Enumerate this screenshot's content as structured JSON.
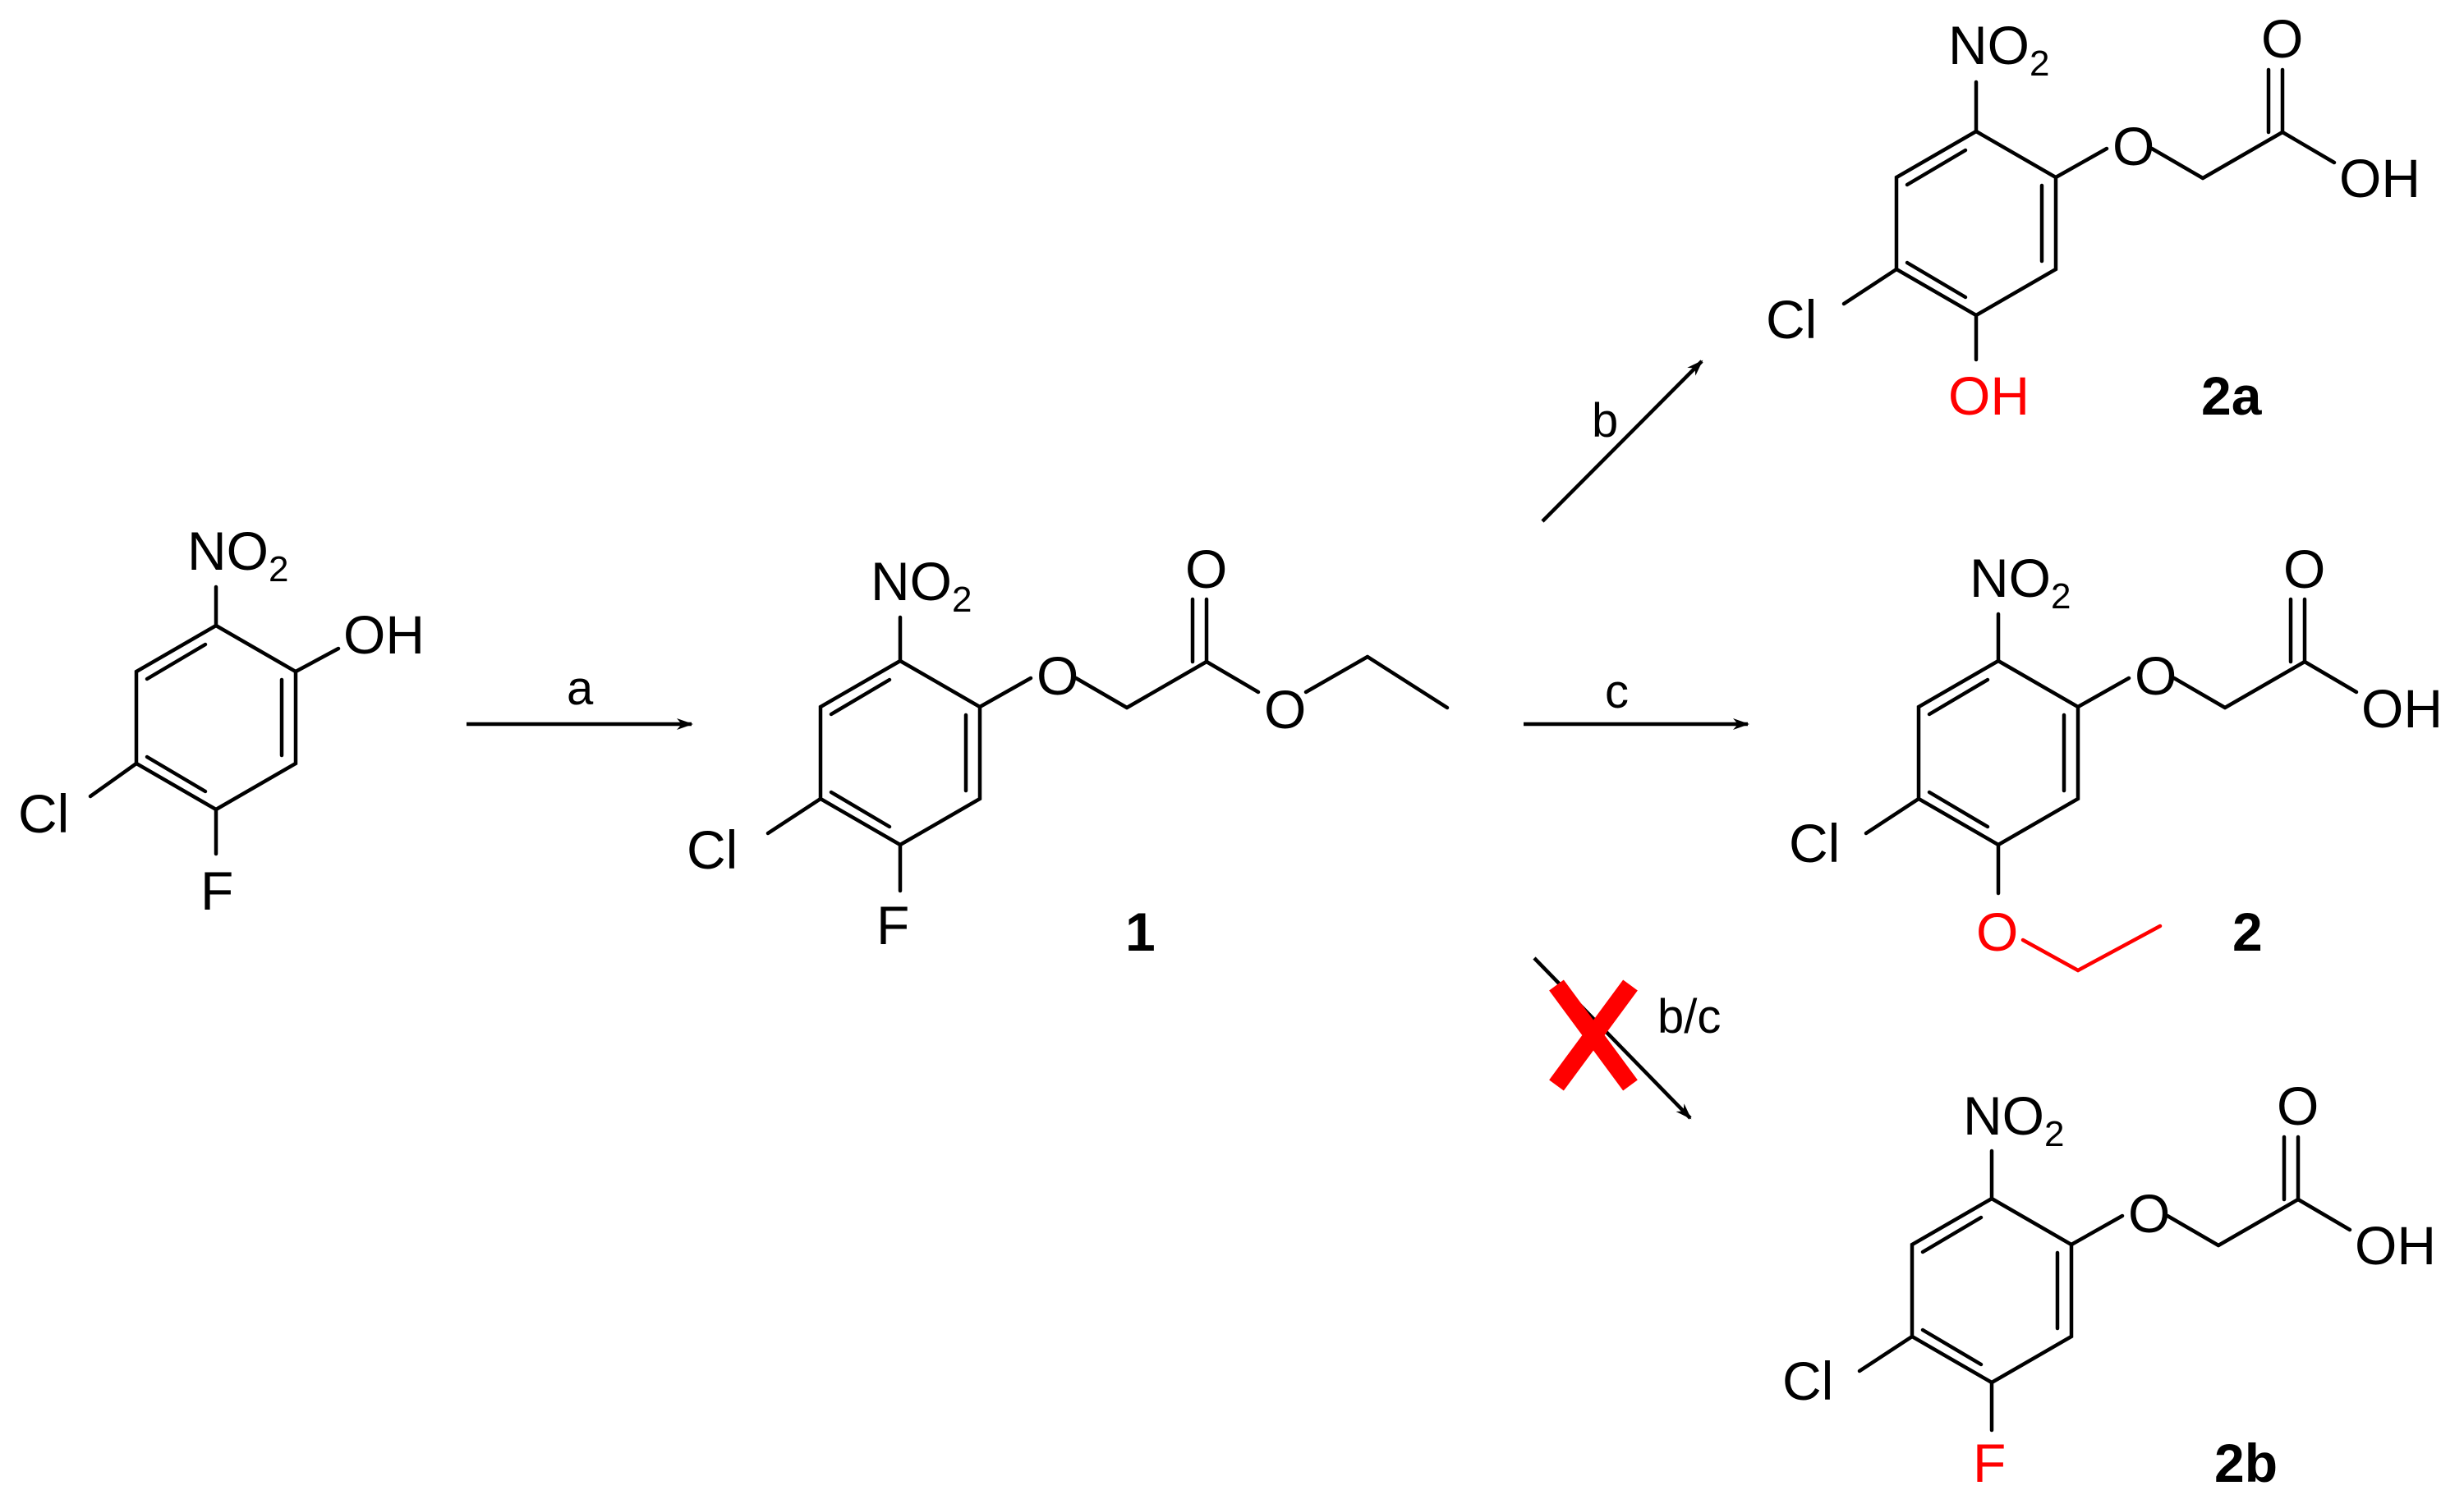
{
  "compounds": {
    "start": {
      "label": "",
      "nitro": "NO",
      "nitro_sub": "2",
      "oh": "OH",
      "cl": "Cl",
      "f": "F"
    },
    "c1": {
      "label": "1",
      "nitro": "NO",
      "nitro_sub": "2",
      "o_ether": "O",
      "o_carbonyl": "O",
      "o_ester": "O",
      "cl": "Cl",
      "f": "F"
    },
    "c2a": {
      "label": "2a",
      "nitro": "NO",
      "nitro_sub": "2",
      "o_ether": "O",
      "o_carbonyl": "O",
      "oh_acid": "OH",
      "cl": "Cl",
      "oh_sub": "OH"
    },
    "c2": {
      "label": "2",
      "nitro": "NO",
      "nitro_sub": "2",
      "o_ether": "O",
      "o_carbonyl": "O",
      "oh_acid": "OH",
      "cl": "Cl",
      "o_ethoxy": "O"
    },
    "c2b": {
      "label": "2b",
      "nitro": "NO",
      "nitro_sub": "2",
      "o_ether": "O",
      "o_carbonyl": "O",
      "oh_acid": "OH",
      "cl": "Cl",
      "f": "F"
    }
  },
  "conditions": {
    "a": "a",
    "b": "b",
    "c": "c",
    "bc": "b/c"
  },
  "colors": {
    "highlight": "#ff0000",
    "ink": "#000000"
  },
  "blocked_mark": "X"
}
